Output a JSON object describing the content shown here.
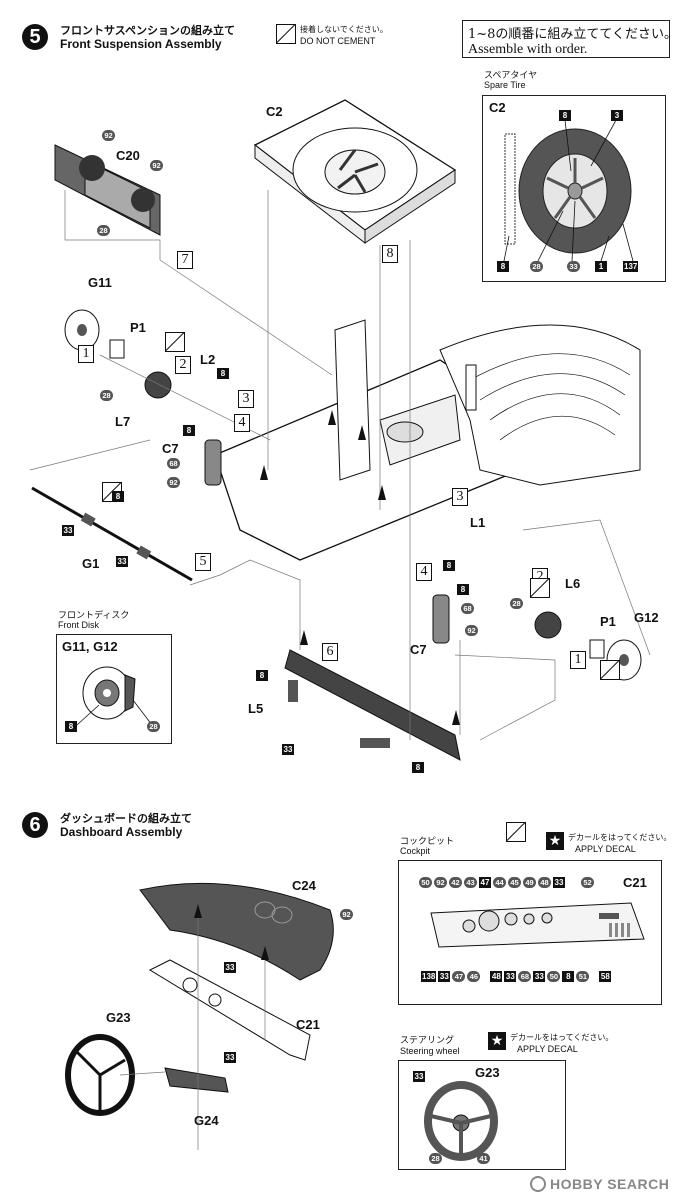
{
  "step5": {
    "number": "5",
    "title_jp": "フロントサスペンションの組み立て",
    "title_en": "Front Suspension Assembly",
    "no_cement_jp": "接着しないでください。",
    "no_cement_en": "DO NOT CEMENT",
    "order_jp": "1~8の順番に組み立ててください。",
    "order_en": "Assemble with order.",
    "spare_tire": {
      "title_jp": "スペアタイヤ",
      "title_en": "Spare Tire",
      "part": "C2",
      "callouts": [
        "8",
        "3",
        "8",
        "28",
        "33",
        "1",
        "137"
      ]
    },
    "front_disk": {
      "title_jp": "フロントディスク",
      "title_en": "Front Disk",
      "parts": "G11, G12",
      "callouts": [
        "8",
        "28"
      ]
    },
    "part_labels": [
      "C2",
      "C20",
      "G11",
      "P1",
      "L2",
      "L7",
      "C7",
      "G1",
      "L1",
      "L6",
      "G12",
      "P1",
      "C7",
      "L5"
    ],
    "order_numbers": [
      "1",
      "2",
      "3",
      "4",
      "5",
      "6",
      "7",
      "8",
      "3",
      "4",
      "2",
      "1"
    ],
    "callouts": [
      "92",
      "92",
      "28",
      "8",
      "28",
      "8",
      "68",
      "92",
      "8",
      "33",
      "33",
      "8",
      "28",
      "8",
      "68",
      "92",
      "8",
      "33",
      "8"
    ]
  },
  "step6": {
    "number": "6",
    "title_jp": "ダッシュボードの組み立て",
    "title_en": "Dashboard Assembly",
    "part_labels": [
      "C24",
      "C21",
      "G23",
      "G24"
    ],
    "callouts": [
      "92",
      "33",
      "33"
    ],
    "cockpit": {
      "title_jp": "コックピット",
      "title_en": "Cockpit",
      "decal_jp": "デカールをはってください。",
      "decal_en": "APPLY DECAL",
      "part": "C21",
      "top_callouts": [
        "50",
        "92",
        "42",
        "43",
        "47",
        "44",
        "45",
        "49",
        "48",
        "33",
        "52"
      ],
      "bottom_callouts": [
        "138",
        "33",
        "47",
        "46",
        "48",
        "33",
        "68",
        "33",
        "50",
        "8",
        "51",
        "58"
      ]
    },
    "steering": {
      "title_jp": "ステアリング",
      "title_en": "Steering wheel",
      "decal_jp": "デカールをはってください。",
      "decal_en": "APPLY DECAL",
      "part": "G23",
      "callouts": [
        "33",
        "28",
        "41"
      ]
    }
  },
  "watermark": "HOBBY SEARCH"
}
